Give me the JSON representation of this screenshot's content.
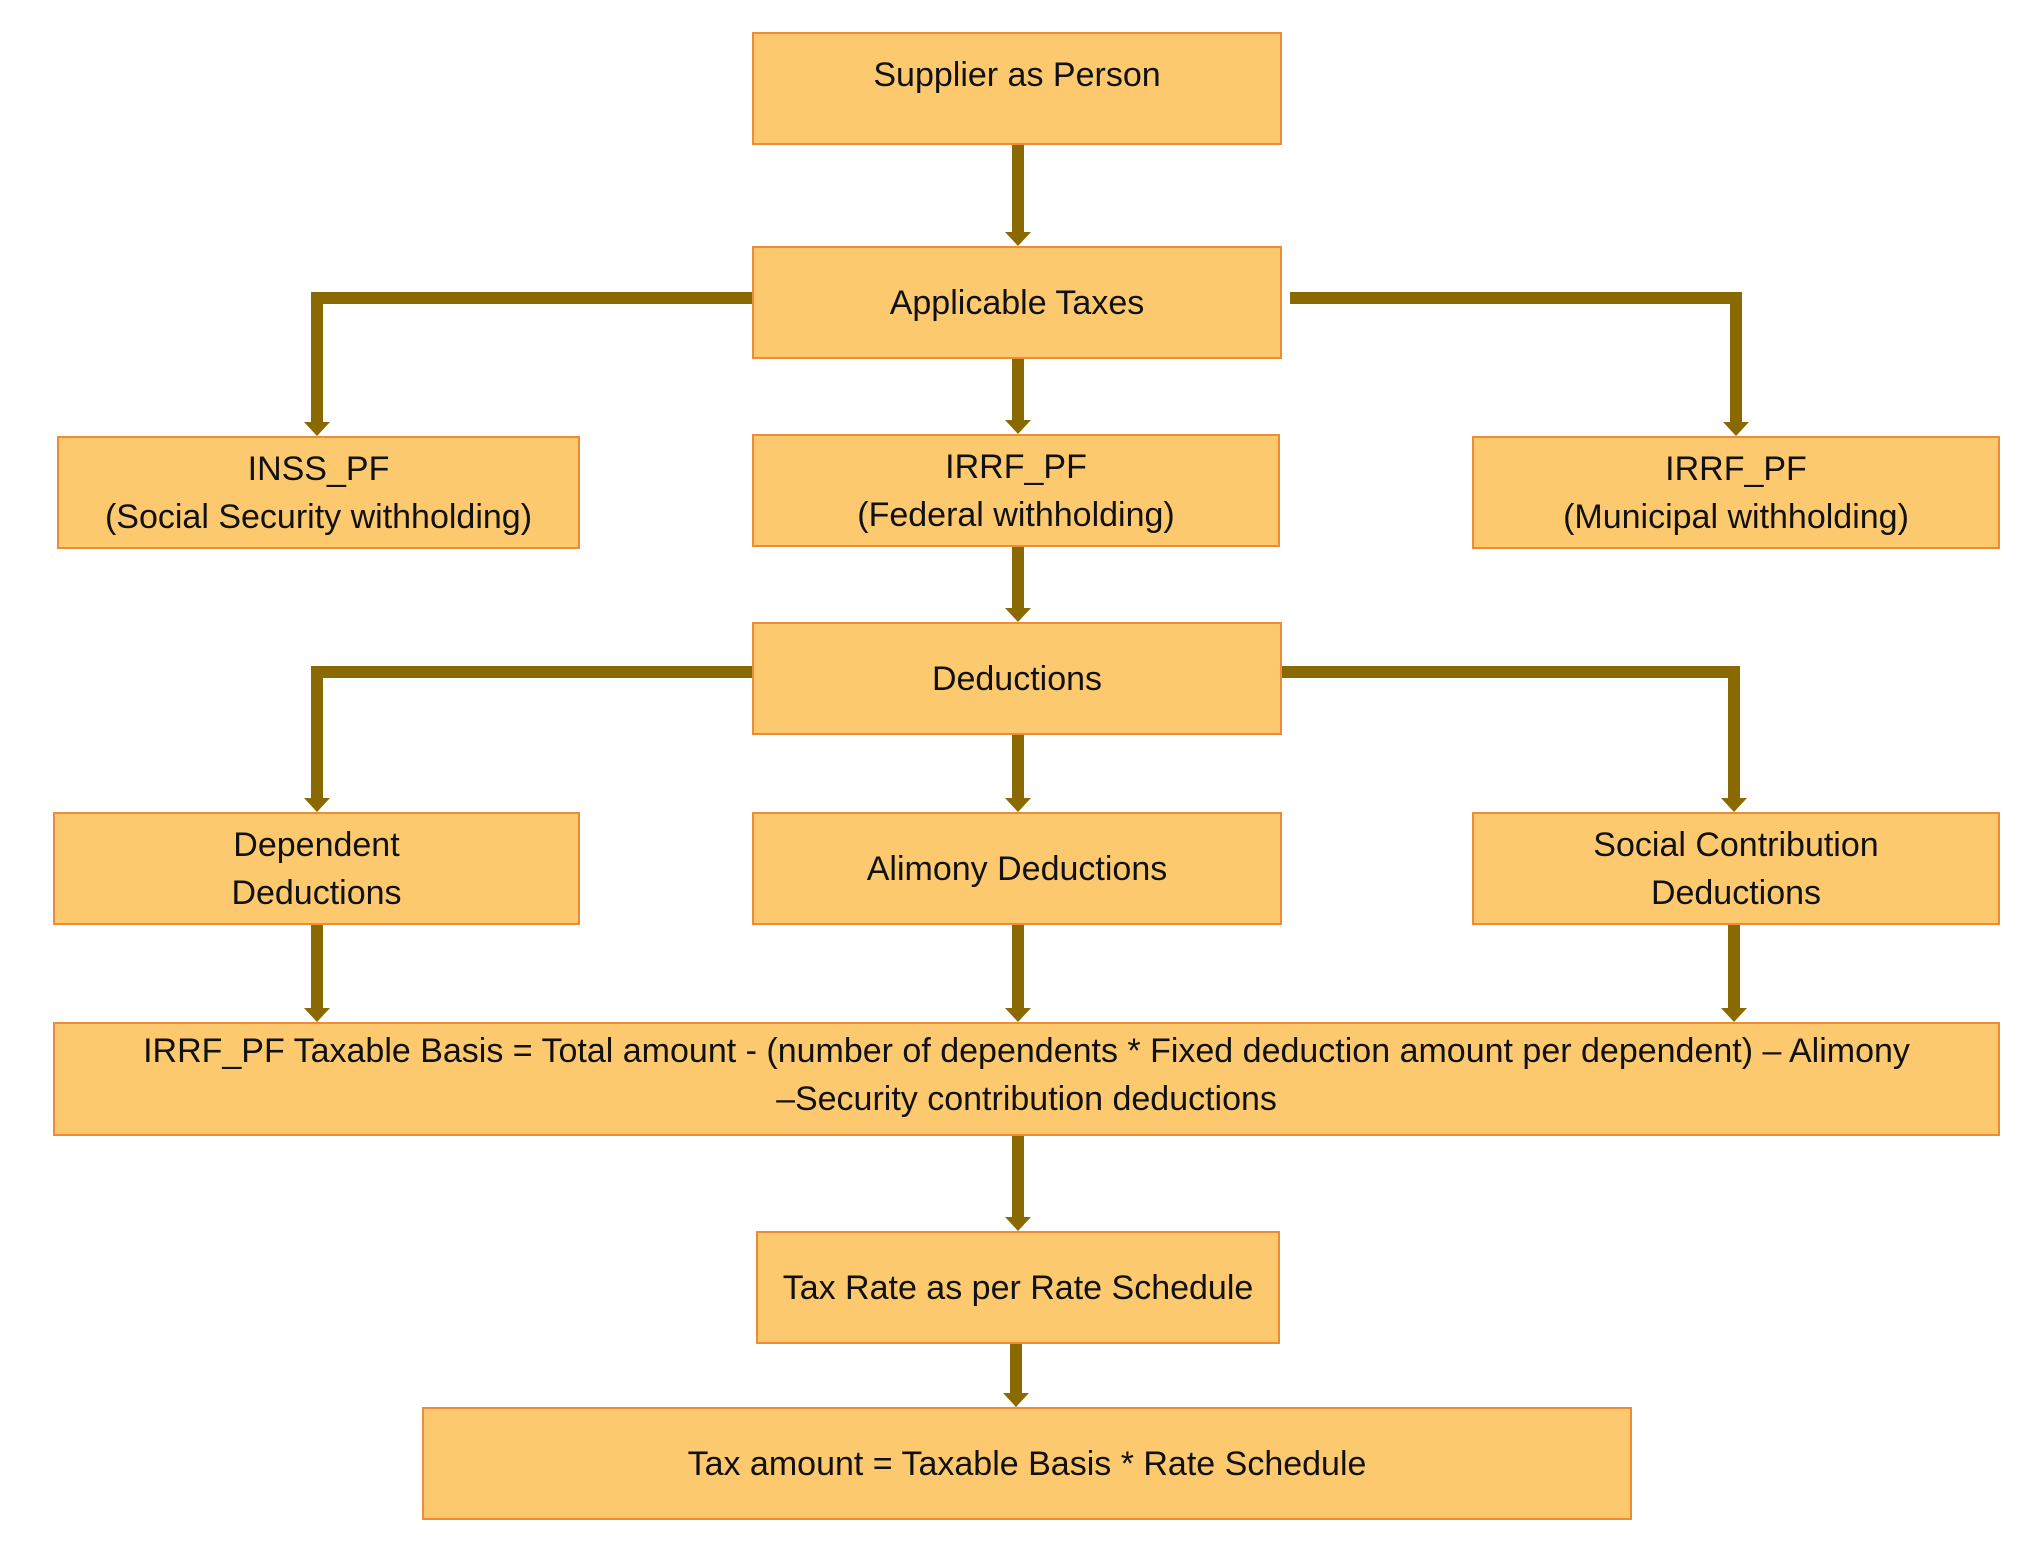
{
  "colors": {
    "box_fill": "#fdc96f",
    "box_border": "#ef8a37",
    "connector": "#8a6a00",
    "text": "#111111"
  },
  "nodes": {
    "supplier": {
      "lines": [
        "Supplier as Person"
      ]
    },
    "taxes": {
      "lines": [
        "Applicable Taxes"
      ]
    },
    "inss": {
      "lines": [
        "INSS_PF",
        "(Social Security withholding)"
      ]
    },
    "irrf_federal": {
      "lines": [
        "IRRF_PF",
        "(Federal withholding)"
      ]
    },
    "irrf_municipal": {
      "lines": [
        "IRRF_PF",
        "(Municipal withholding)"
      ]
    },
    "deductions": {
      "lines": [
        "Deductions"
      ]
    },
    "dependent": {
      "lines": [
        "Dependent",
        "Deductions"
      ]
    },
    "alimony": {
      "lines": [
        "Alimony Deductions"
      ]
    },
    "social": {
      "lines": [
        "Social Contribution",
        "Deductions"
      ]
    },
    "basis": {
      "lines": [
        "IRRF_PF Taxable Basis = Total amount - (number of dependents * Fixed deduction amount per dependent) – Alimony",
        "–Security contribution deductions"
      ]
    },
    "rate": {
      "lines": [
        "Tax Rate as per Rate Schedule"
      ]
    },
    "amount": {
      "lines": [
        "Tax amount = Taxable Basis * Rate Schedule"
      ]
    }
  },
  "edges": [
    {
      "from": "supplier",
      "to": "taxes"
    },
    {
      "from": "taxes",
      "to": "inss"
    },
    {
      "from": "taxes",
      "to": "irrf_federal"
    },
    {
      "from": "taxes",
      "to": "irrf_municipal"
    },
    {
      "from": "irrf_federal",
      "to": "deductions"
    },
    {
      "from": "deductions",
      "to": "dependent"
    },
    {
      "from": "deductions",
      "to": "alimony"
    },
    {
      "from": "deductions",
      "to": "social"
    },
    {
      "from": "dependent",
      "to": "basis"
    },
    {
      "from": "alimony",
      "to": "basis"
    },
    {
      "from": "social",
      "to": "basis"
    },
    {
      "from": "basis",
      "to": "rate"
    },
    {
      "from": "rate",
      "to": "amount"
    }
  ]
}
